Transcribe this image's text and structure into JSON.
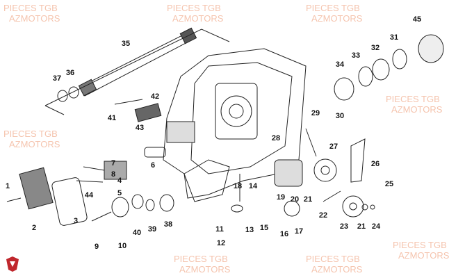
{
  "watermark": {
    "line1": "PIECES TGB",
    "line2": "AZMOTORS"
  },
  "logo": "TGB",
  "callouts": [
    "35",
    "37",
    "36",
    "42",
    "41",
    "43",
    "6",
    "1",
    "2",
    "3",
    "44",
    "5",
    "4",
    "7",
    "8",
    "9",
    "10",
    "40",
    "39",
    "38",
    "11",
    "12",
    "13",
    "18",
    "14",
    "19",
    "20",
    "15",
    "16",
    "17",
    "21",
    "22",
    "23",
    "21",
    "24",
    "25",
    "26",
    "27",
    "28",
    "29",
    "30",
    "31",
    "32",
    "33",
    "34",
    "45"
  ],
  "colors": {
    "watermark": "#f5c4ae",
    "line": "#222222"
  }
}
